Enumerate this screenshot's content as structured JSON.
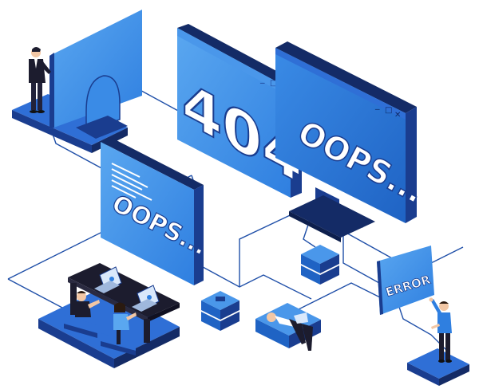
{
  "screens": {
    "big_error_code": "404",
    "oops_right": "OOPS...",
    "oops_left": "OOPS...",
    "error_sign": "ERROR"
  },
  "window_controls": {
    "minimize": "_",
    "restore": "□",
    "close": "✕"
  },
  "colors": {
    "primary_blue": "#2f7fe0",
    "light_blue": "#5aa7f0",
    "dark_blue": "#1a3d8f",
    "navy": "#142b66",
    "line": "#1f4fa8"
  }
}
